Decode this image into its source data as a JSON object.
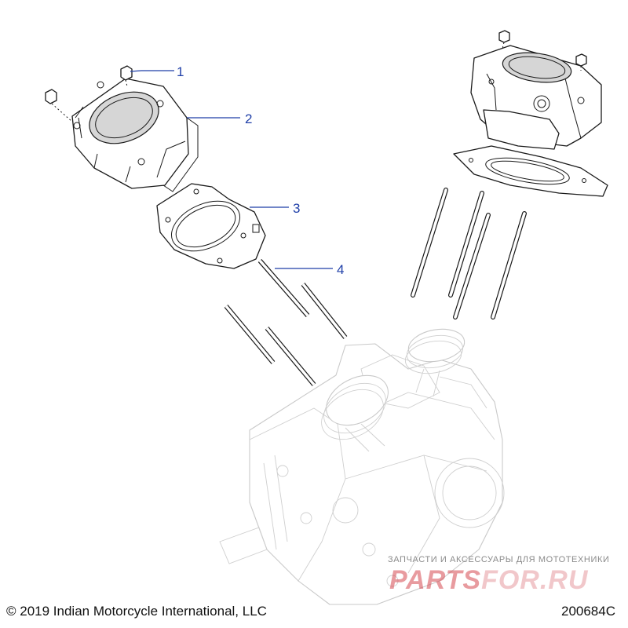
{
  "diagram": {
    "callouts": [
      {
        "number": "1",
        "part": "cylinder-bolt"
      },
      {
        "number": "2",
        "part": "cylinder"
      },
      {
        "number": "3",
        "part": "cylinder-base-gasket"
      },
      {
        "number": "4",
        "part": "cylinder-stud"
      }
    ],
    "callout_color": "#1f3fa8"
  },
  "footer": {
    "copyright": "© 2019 Indian Motorcycle International, LLC",
    "figure_code": "200684C"
  },
  "watermark": {
    "tagline": "ЗАПЧАСТИ И АКСЕССУАРЫ ДЛЯ МОТОТЕХНИКИ",
    "logo_part1": "PARTS",
    "logo_part2": "FOR.RU",
    "colors": {
      "primary": "#d64b52",
      "secondary": "#e79aa0"
    }
  }
}
